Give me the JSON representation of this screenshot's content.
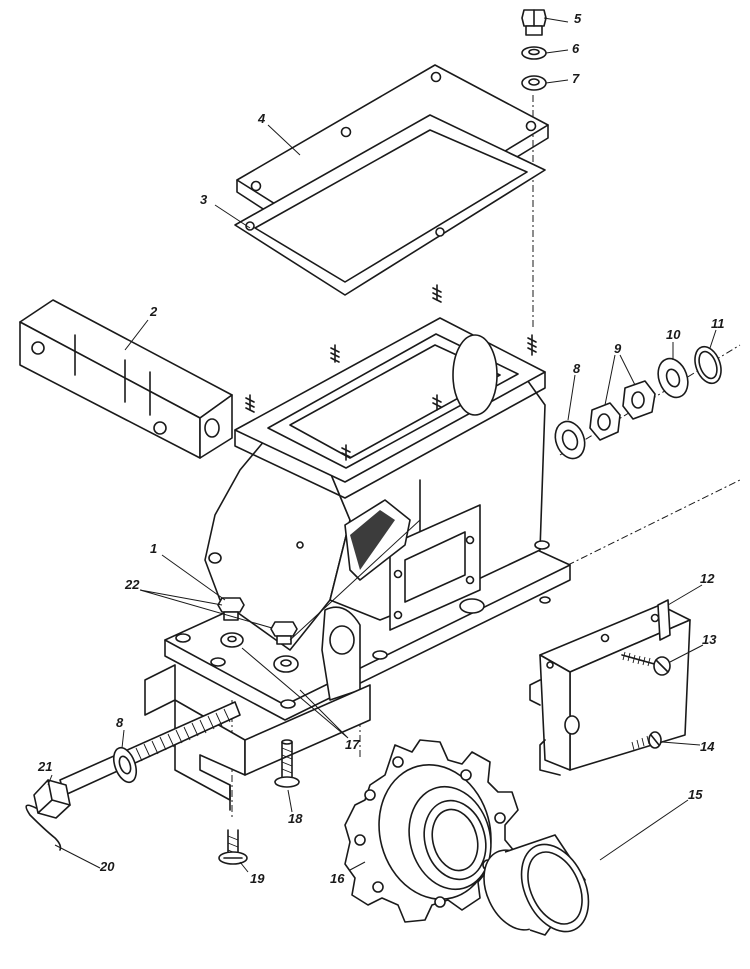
{
  "callouts": {
    "c1": "1",
    "c2": "2",
    "c3": "3",
    "c4": "4",
    "c5": "5",
    "c6": "6",
    "c7": "7",
    "c8a": "8",
    "c8b": "8",
    "c9": "9",
    "c10": "10",
    "c11": "11",
    "c12": "12",
    "c13": "13",
    "c14": "14",
    "c15": "15",
    "c16": "16",
    "c17": "17",
    "c18": "18",
    "c19": "19",
    "c20": "20",
    "c21": "21",
    "c22": "22"
  },
  "colors": {
    "ink": "#1a1a1a",
    "paper": "#ffffff"
  }
}
